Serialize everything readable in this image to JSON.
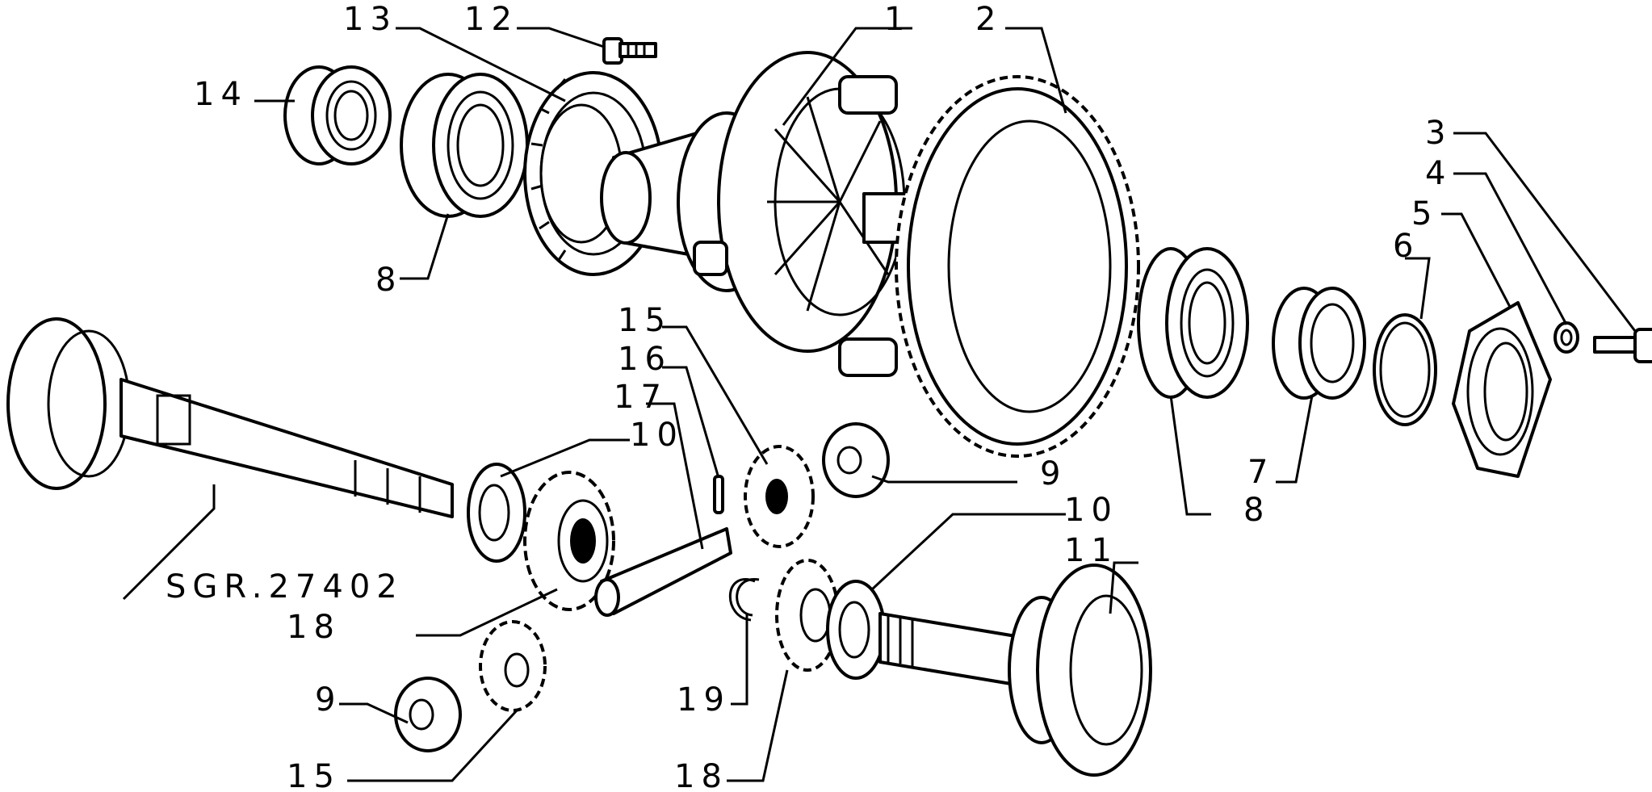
{
  "diagram": {
    "colors": {
      "ink": "#000000",
      "paper": "#ffffff"
    },
    "labels": {
      "l13": "13",
      "l12": "12",
      "l1": "1",
      "l2": "2",
      "l14": "14",
      "l8a": "8",
      "l3": "3",
      "l4": "4",
      "l5": "5",
      "l6": "6",
      "l15a": "15",
      "l16": "16",
      "l17": "17",
      "l10a": "10",
      "l9a": "9",
      "l10b": "10",
      "l11": "11",
      "l7": "7",
      "l8b": "8",
      "sgr": "SGR.27402",
      "l18a": "18",
      "l9b": "9",
      "l19": "19",
      "l15b": "15",
      "l18b": "18"
    }
  }
}
